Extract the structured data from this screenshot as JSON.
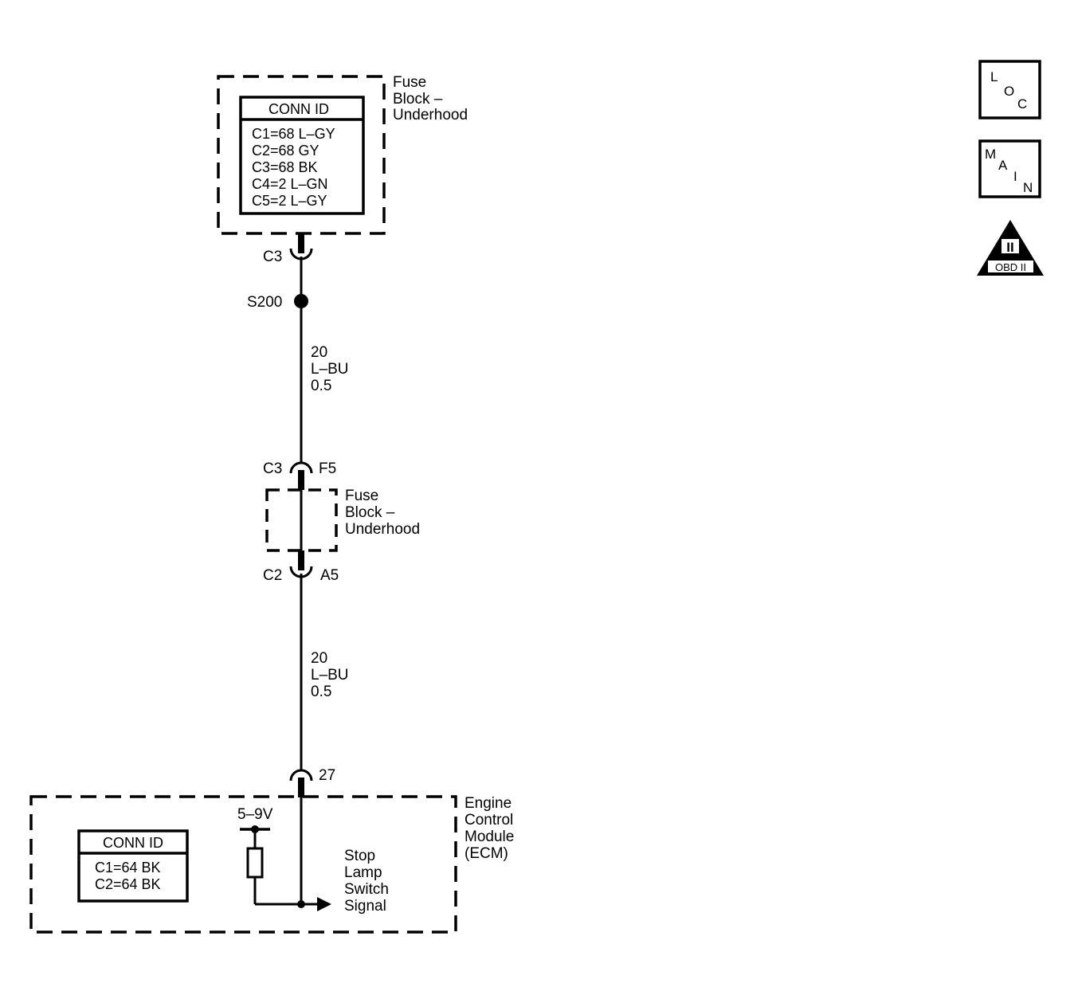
{
  "fuse_block_top": {
    "label_lines": [
      "Fuse",
      "Block –",
      "Underhood"
    ],
    "conn_id_title": "CONN ID",
    "conn_id_items": [
      "C1=68 L–GY",
      "C2=68 GY",
      "C3=68 BK",
      "C4=2 L–GN",
      "C5=2 L–GY"
    ]
  },
  "connector_top": {
    "label": "C3"
  },
  "splice": {
    "label": "S200"
  },
  "wire_1": {
    "lines": [
      "20",
      "L–BU",
      "0.5"
    ]
  },
  "fuse_in": {
    "connector": "C3",
    "pin": "F5"
  },
  "fuse_block_mid": {
    "label_lines": [
      "Fuse",
      "Block –",
      "Underhood"
    ]
  },
  "fuse_out": {
    "connector": "C2",
    "pin": "A5"
  },
  "wire_2": {
    "lines": [
      "20",
      "L–BU",
      "0.5"
    ]
  },
  "ecm_pin": {
    "label": "27"
  },
  "ecm": {
    "label_lines": [
      "Engine",
      "Control",
      "Module",
      "(ECM)"
    ],
    "voltage": "5–9V",
    "signal_lines": [
      "Stop",
      "Lamp",
      "Switch",
      "Signal"
    ],
    "conn_id_title": "CONN ID",
    "conn_id_items": [
      "C1=64 BK",
      "C2=64 BK"
    ]
  },
  "icons": {
    "loc": [
      "L",
      "O",
      "C"
    ],
    "main": [
      "M",
      "A",
      "I",
      "N"
    ],
    "obd_numeral": "II",
    "obd_label": "OBD II"
  }
}
